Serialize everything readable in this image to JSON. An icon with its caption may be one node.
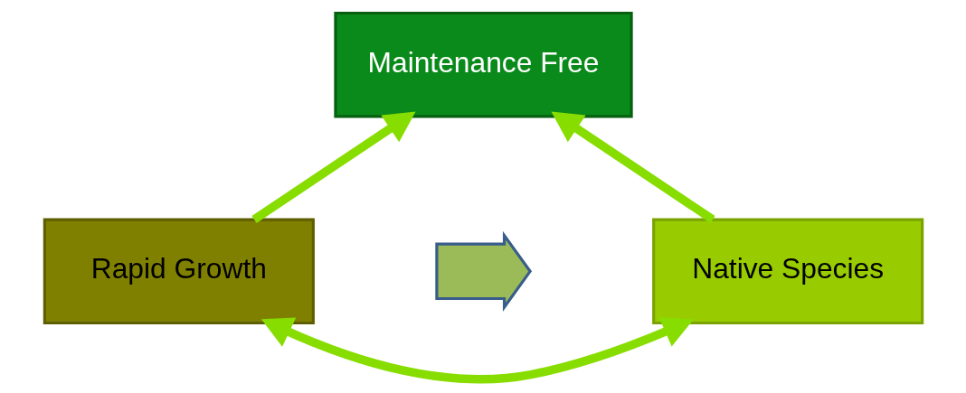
{
  "diagram": {
    "nodes": [
      {
        "text": [
          "Maintenance Free"
        ]
      },
      {
        "text": [],
        "shape": "arrow"
      },
      {
        "text": [
          "Native Species"
        ]
      },
      {
        "text": [
          "Rapid Growth"
        ]
      }
    ],
    "edges": [
      {
        "from": 2,
        "to": 0,
        "arrow": "to"
      },
      {
        "from": 3,
        "to": 0,
        "arrow": "to"
      },
      {
        "from": 2,
        "to": 3,
        "arrow": "both"
      }
    ]
  }
}
